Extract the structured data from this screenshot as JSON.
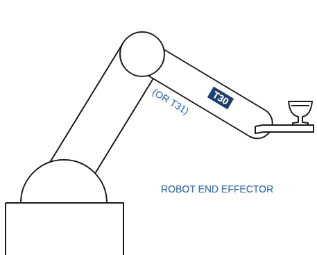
{
  "diagram": {
    "nodes": [
      {
        "text": [
          "T30"
        ]
      }
    ],
    "labels": [
      "(OR T31)",
      "ROBOT END EFFECTOR"
    ]
  }
}
